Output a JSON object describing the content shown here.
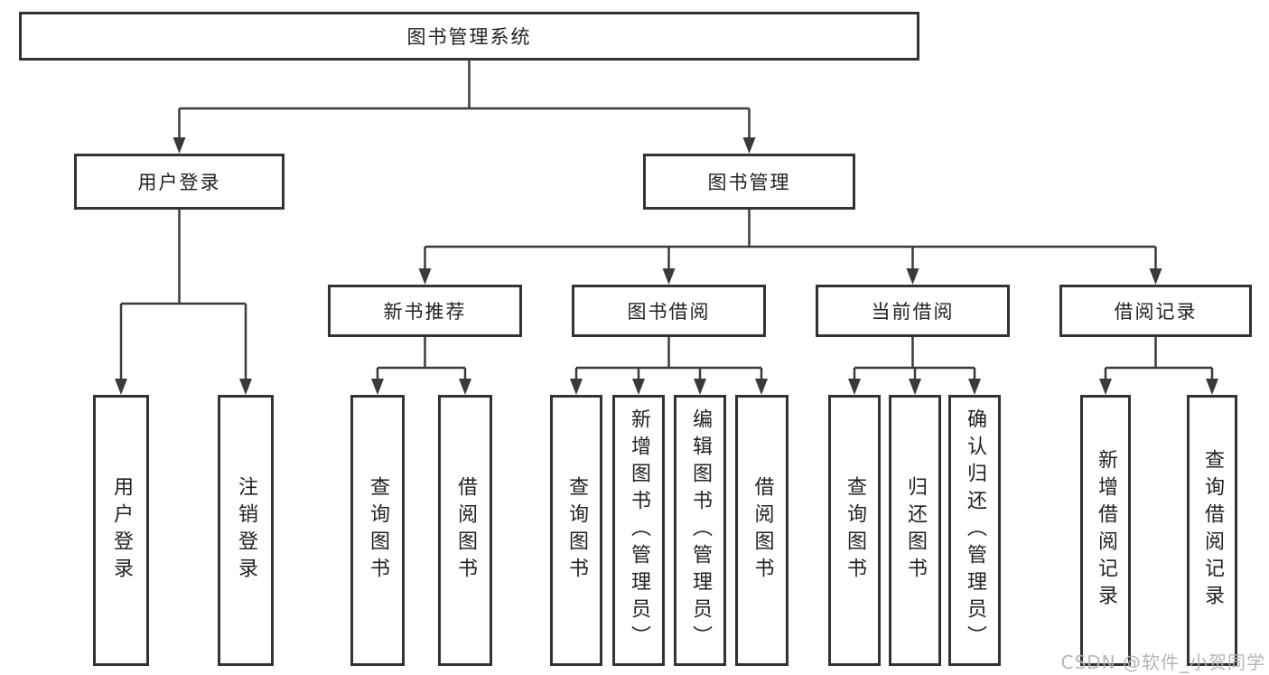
{
  "diagram": {
    "title": "图书管理系统",
    "root": {
      "label": "图书管理系统"
    },
    "branches": [
      {
        "label": "用户登录",
        "children": [
          {
            "label": "用户登录"
          },
          {
            "label": "注销登录"
          }
        ]
      },
      {
        "label": "图书管理",
        "children": [
          {
            "label": "新书推荐",
            "children": [
              {
                "label": "查询图书"
              },
              {
                "label": "借阅图书"
              }
            ]
          },
          {
            "label": "图书借阅",
            "children": [
              {
                "label": "查询图书"
              },
              {
                "label": "新增图书（管理员）"
              },
              {
                "label": "编辑图书（管理员）"
              },
              {
                "label": "借阅图书"
              }
            ]
          },
          {
            "label": "当前借阅",
            "children": [
              {
                "label": "查询图书"
              },
              {
                "label": "归还图书"
              },
              {
                "label": "确认归还（管理员）"
              }
            ]
          },
          {
            "label": "借阅记录",
            "children": [
              {
                "label": "新增借阅记录"
              },
              {
                "label": "查询借阅记录"
              }
            ]
          }
        ]
      }
    ]
  },
  "watermark": "CSDN @软件_小贺同学",
  "colors": {
    "line": "#3a3a3a",
    "box_border": "#333333",
    "text": "#222222",
    "background": "#ffffff",
    "watermark": "#b2b2b2"
  }
}
